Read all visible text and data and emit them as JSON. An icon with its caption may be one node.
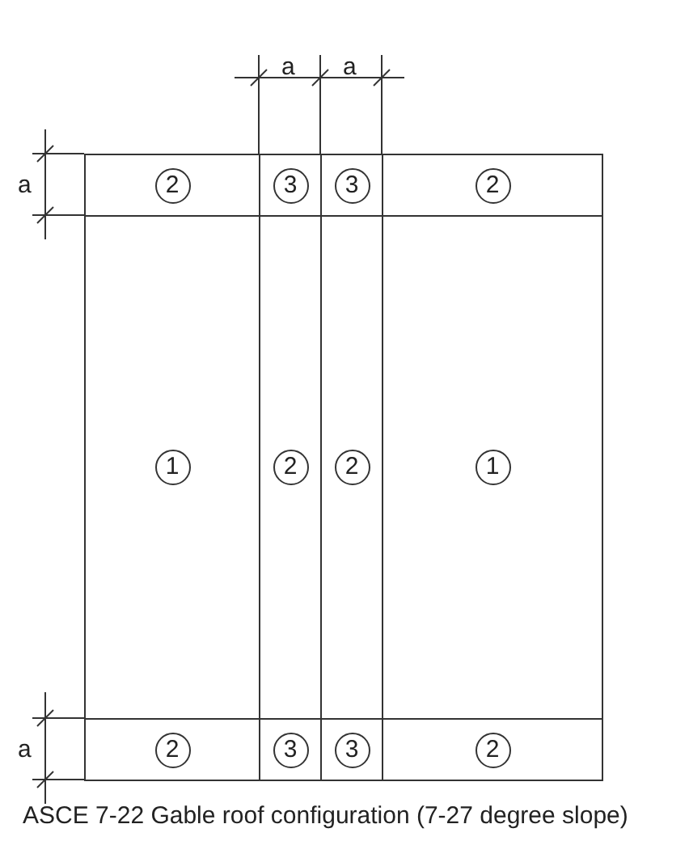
{
  "diagram": {
    "caption": "ASCE 7-22 Gable roof configuration (7-27 degree slope)",
    "nodes": [
      {
        "text": [
          "2"
        ]
      },
      {
        "text": [
          "3"
        ]
      },
      {
        "text": [
          "3"
        ]
      },
      {
        "text": [
          "2"
        ]
      },
      {
        "text": [
          "1"
        ]
      },
      {
        "text": [
          "2"
        ]
      },
      {
        "text": [
          "2"
        ]
      },
      {
        "text": [
          "1"
        ]
      },
      {
        "text": [
          "2"
        ]
      },
      {
        "text": [
          "3"
        ]
      },
      {
        "text": [
          "3"
        ]
      },
      {
        "text": [
          "2"
        ]
      }
    ],
    "labels": [
      "a",
      "a",
      "a",
      "a"
    ]
  }
}
